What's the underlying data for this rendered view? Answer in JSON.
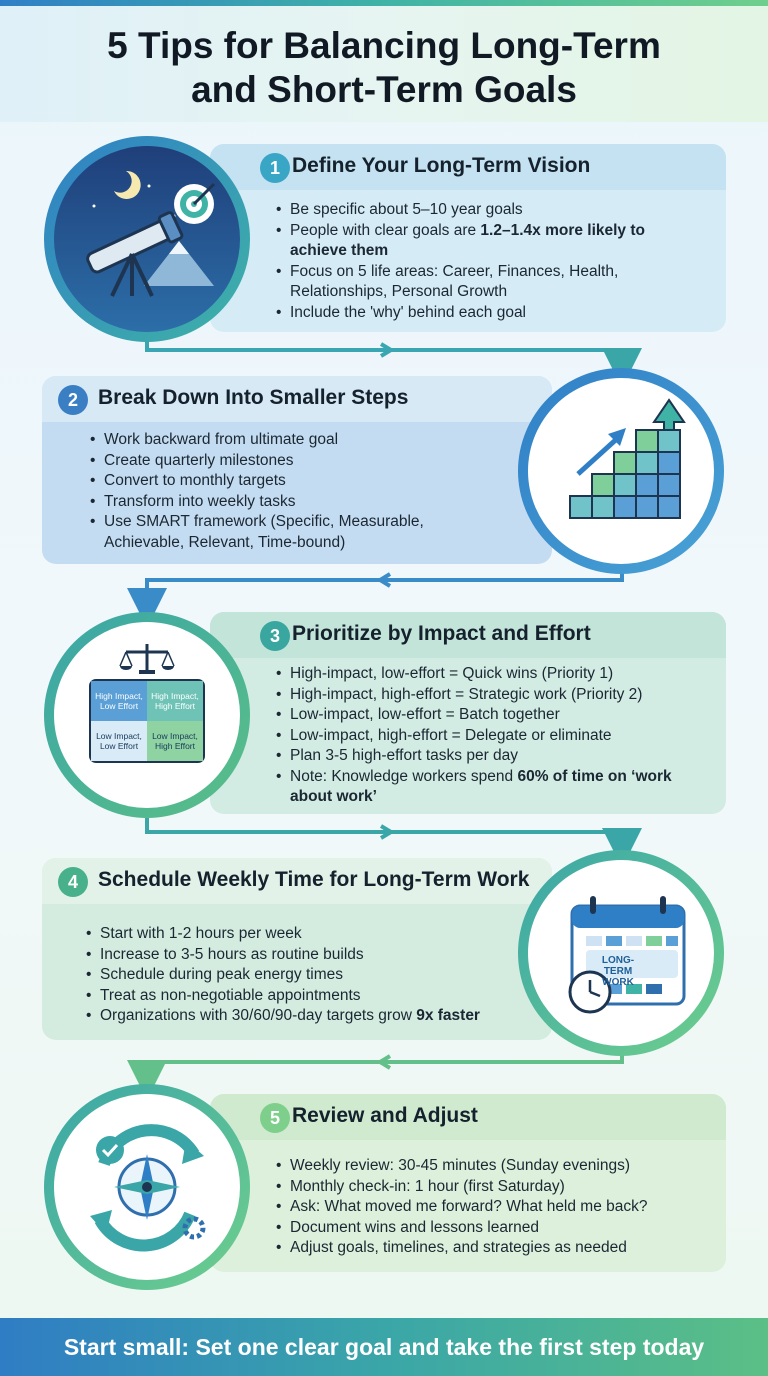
{
  "title": {
    "line1": "5 Tips for Balancing Long-Term",
    "line2": "and Short-Term Goals"
  },
  "colors": {
    "blue": "#2f7fc6",
    "teal": "#3aa8a6",
    "green": "#5bbf86"
  },
  "tips": [
    {
      "number": "1",
      "title": "Define Your Long-Term Vision",
      "icon": "telescope-icon",
      "bullets": [
        {
          "text": "Be specific about 5–10 year goals"
        },
        {
          "pre": "People with clear goals are ",
          "bold": "1.2–1.4x more likely to achieve them",
          "post": ""
        },
        {
          "text": "Focus on 5 life areas: Career, Finances, Health, Relationships, Personal Growth"
        },
        {
          "text": "Include the 'why' behind each goal"
        }
      ]
    },
    {
      "number": "2",
      "title": "Break Down Into Smaller Steps",
      "icon": "stairs-chart-icon",
      "bullets": [
        {
          "text": "Work backward from ultimate goal"
        },
        {
          "text": "Create quarterly milestones"
        },
        {
          "text": "Convert to monthly targets"
        },
        {
          "text": "Transform into weekly tasks"
        },
        {
          "text": "Use SMART framework (Specific, Measurable, Achievable, Relevant, Time-bound)"
        }
      ]
    },
    {
      "number": "3",
      "title": "Prioritize by Impact and Effort",
      "icon": "priority-matrix-icon",
      "matrix": [
        "High Impact, Low Effort",
        "High Impact, High Effort",
        "Low Impact, Low Effort",
        "Low Impact, High Effort"
      ],
      "bullets": [
        {
          "text": "High-impact, low-effort = Quick wins (Priority 1)"
        },
        {
          "text": "High-impact, high-effort = Strategic work (Priority 2)"
        },
        {
          "text": "Low-impact, low-effort = Batch together"
        },
        {
          "text": "Low-impact, high-effort = Delegate or eliminate"
        },
        {
          "text": "Plan 3-5 high-effort tasks per day"
        },
        {
          "pre": "Note: Knowledge workers spend ",
          "bold": "60% of time on ‘work about work’",
          "post": ""
        }
      ]
    },
    {
      "number": "4",
      "title": "Schedule Weekly Time for Long-Term Work",
      "icon": "calendar-clock-icon",
      "calendar_label": "LONG-TERM WORK",
      "bullets": [
        {
          "text": "Start with 1-2 hours per week"
        },
        {
          "text": "Increase to 3-5 hours as routine builds"
        },
        {
          "text": "Schedule during peak energy times"
        },
        {
          "text": "Treat as non-negotiable appointments"
        },
        {
          "pre": "Organizations with 30/60/90-day targets grow ",
          "bold": "9x faster",
          "post": ""
        }
      ]
    },
    {
      "number": "5",
      "title": "Review and Adjust",
      "icon": "compass-cycle-icon",
      "bullets": [
        {
          "text": "Weekly review: 30-45 minutes (Sunday evenings)"
        },
        {
          "text": "Monthly check-in: 1 hour (first Saturday)"
        },
        {
          "text": "Ask: What moved me forward? What held me back?"
        },
        {
          "text": "Document wins and lessons learned"
        },
        {
          "text": "Adjust goals, timelines, and strategies as needed"
        }
      ]
    }
  ],
  "footer": "Start small: Set one clear goal and take the first step today"
}
